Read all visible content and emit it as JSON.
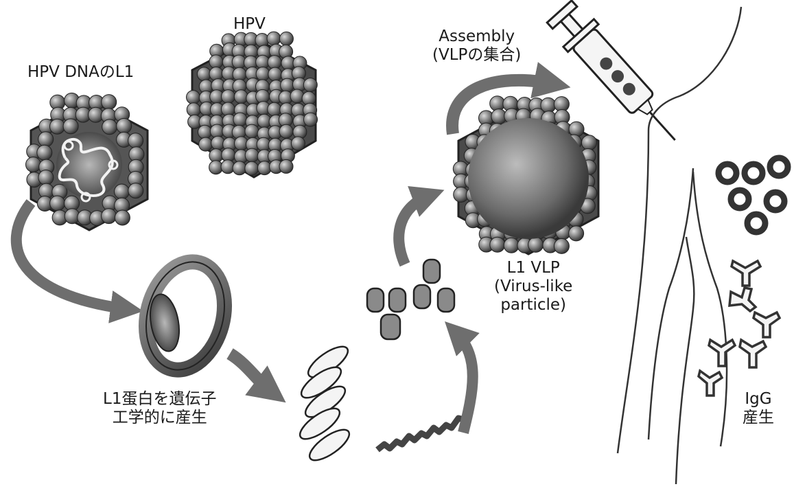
{
  "labels": {
    "hpv_dna_l1": "HPV DNAのL1",
    "hpv": "HPV",
    "assembly": "Assembly",
    "assembly_sub": "(VLPの集合)",
    "l1_vlp": "L1 VLP",
    "l1_vlp_sub1": "(Virus-like",
    "l1_vlp_sub2": "particle)",
    "l1_production_1": "L1蛋白を遺伝子",
    "l1_production_2": "工学的に産生",
    "igg": "IgG",
    "igg_sub": "産生"
  },
  "colors": {
    "ink": "#1a1a1a",
    "particle_dark": "#3a3a3a",
    "particle_mid": "#7a7a7a",
    "arrow": "#6e6e6e",
    "light": "#d8d8d8"
  }
}
